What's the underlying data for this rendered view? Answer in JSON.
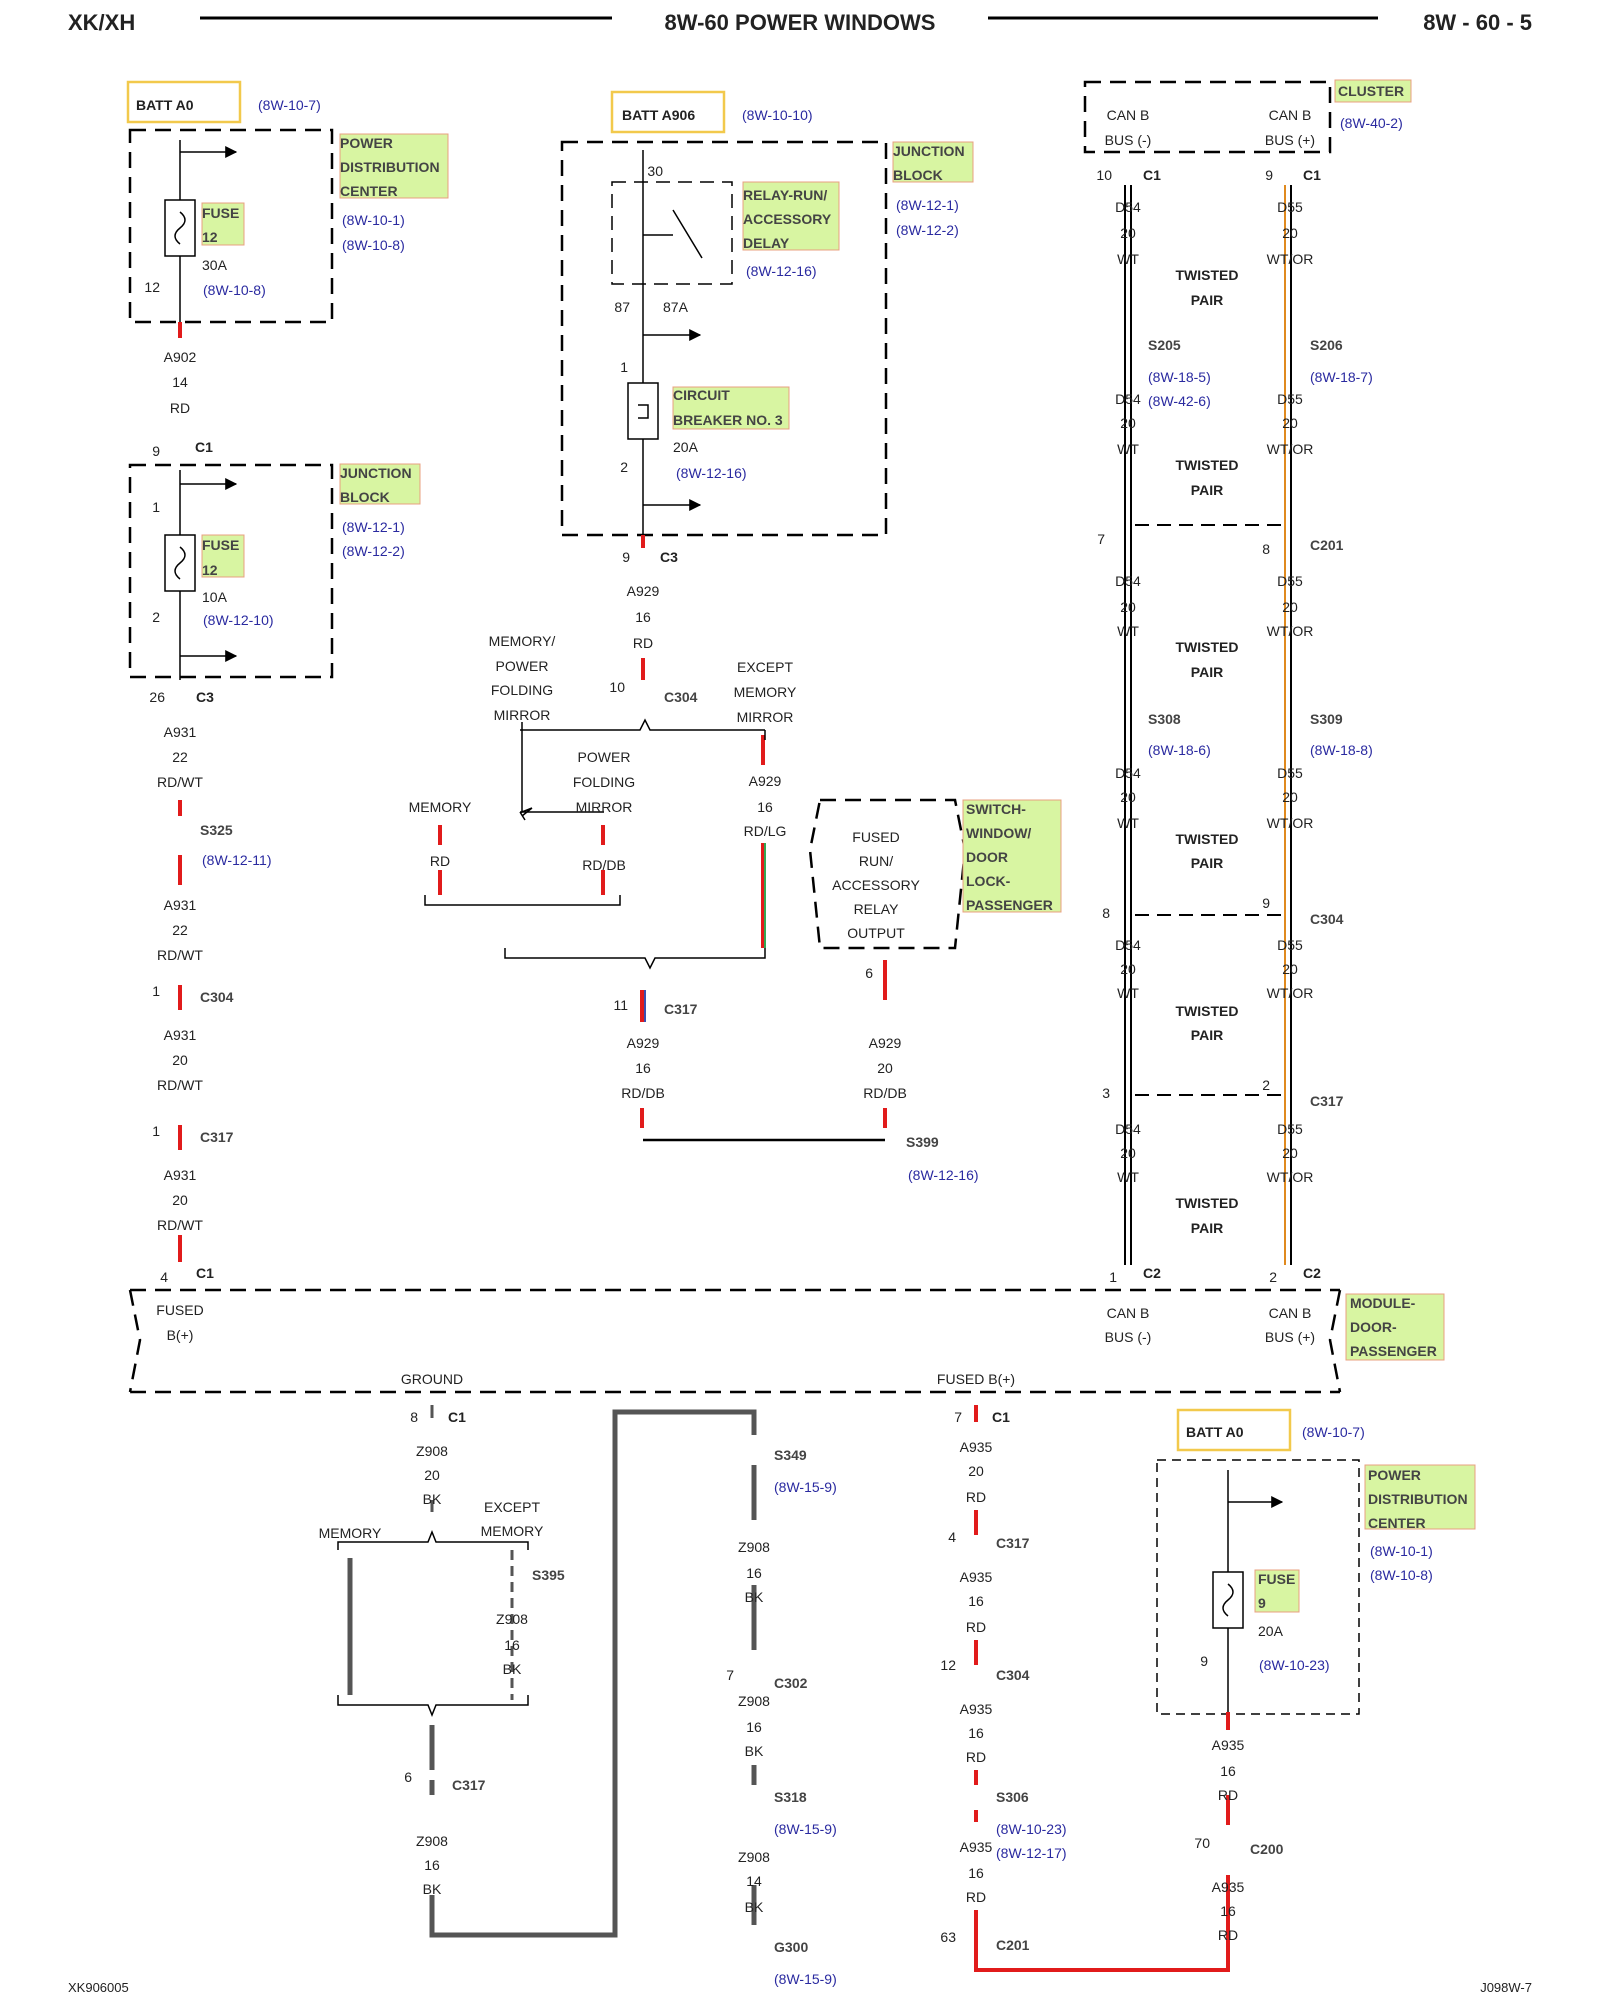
{
  "header": {
    "left": "XK/XH",
    "title": "8W-60 POWER WINDOWS",
    "right": "8W - 60 - 5"
  },
  "footer": {
    "left": "XK906005",
    "right": "J098W-7"
  },
  "colors": {
    "wire_red": "#e11b1b",
    "wire_black": "#555555",
    "highlight_green": "#d8f5a2",
    "highlight_blue": "#a8a4f2",
    "batt_border": "#f2c94c"
  },
  "text": {
    "t0": "BATT A0",
    "t1": "(8W-10-7)",
    "t2": "POWER",
    "t3": "DISTRIBUTION",
    "t4": "CENTER",
    "t5": "(8W-10-1)",
    "t6": "(8W-10-8)",
    "t7": "FUSE",
    "t8": "12",
    "t9": "30A",
    "t10": "12",
    "t11": "(8W-10-8)",
    "t12": "A902",
    "t13": "14",
    "t14": "RD",
    "t15": "9",
    "t16": "C1",
    "t17": "JUNCTION",
    "t18": "BLOCK",
    "t19": "(8W-12-1)",
    "t20": "(8W-12-2)",
    "t21": "1",
    "t22": "FUSE",
    "t23": "12",
    "t24": "10A",
    "t25": "2",
    "t26": "(8W-12-10)",
    "t27": "26",
    "t28": "C3",
    "t29": "A931",
    "t30": "22",
    "t31": "RD/WT",
    "t32": "S325",
    "t33": "(8W-12-11)",
    "t34": "A931",
    "t35": "22",
    "t36": "RD/WT",
    "t37": "1",
    "t38": "C304",
    "t39": "A931",
    "t40": "20",
    "t41": "RD/WT",
    "t42": "1",
    "t43": "C317",
    "t44": "A931",
    "t45": "20",
    "t46": "RD/WT",
    "t47": "4",
    "t48": "C1",
    "t49": "FUSED",
    "t50": "B(+)",
    "t51": "BATT A906",
    "t52": "(8W-10-10)",
    "t53": "JUNCTION",
    "t54": "BLOCK",
    "t55": "(8W-12-1)",
    "t56": "(8W-12-2)",
    "t57": "30",
    "t58": "RELAY-RUN/",
    "t59": "ACCESSORY",
    "t60": "DELAY",
    "t61": "(8W-12-16)",
    "t62": "87",
    "t63": "87A",
    "t64": "1",
    "t65": "CIRCUIT",
    "t66": "BREAKER NO. 3",
    "t67": "20A",
    "t68": "2",
    "t69": "(8W-12-16)",
    "t70": "9",
    "t71": "C3",
    "t72": "A929",
    "t73": "16",
    "t74": "RD",
    "t75": "MEMORY/",
    "t76": "POWER",
    "t77": "FOLDING",
    "t78": "MIRROR",
    "t79": "10",
    "t80": "C304",
    "t81": "EXCEPT",
    "t82": "MEMORY",
    "t83": "MIRROR",
    "t84": "POWER",
    "t85": "FOLDING",
    "t86": "MIRROR",
    "t87": "MEMORY",
    "t88": "RD",
    "t89": "RD/DB",
    "t90": "A929",
    "t91": "16",
    "t92": "RD/LG",
    "t93": "FUSED",
    "t94": "RUN/",
    "t95": "ACCESSORY",
    "t96": "RELAY",
    "t97": "OUTPUT",
    "t98": "SWITCH-",
    "t99": "WINDOW/",
    "t100": "DOOR",
    "t101": "LOCK-",
    "t102": "PASSENGER",
    "t103": "11",
    "t104": "C317",
    "t105": "A929",
    "t106": "16",
    "t107": "RD/DB",
    "t108": "6",
    "t109": "A929",
    "t110": "20",
    "t111": "RD/DB",
    "t112": "S399",
    "t113": "(8W-12-16)",
    "t114": "CAN B",
    "t115": "BUS (-)",
    "t116": "CAN B",
    "t117": "BUS (+)",
    "t118": "CLUSTER",
    "t119": "(8W-40-2)",
    "t120": "10",
    "t121": "C1",
    "t122": "9",
    "t123": "C1",
    "t124": "D54",
    "t125": "20",
    "t126": "WT",
    "t127": "D55",
    "t128": "20",
    "t129": "WT/OR",
    "t130": "TWISTED",
    "t131": "PAIR",
    "t132": "S205",
    "t133": "S206",
    "t134": "(8W-18-5)",
    "t135": "(8W-42-6)",
    "t136": "(8W-18-7)",
    "t137": "D54",
    "t138": "20",
    "t139": "WT",
    "t140": "D55",
    "t141": "20",
    "t142": "WT/OR",
    "t143": "TWISTED",
    "t144": "PAIR",
    "t145": "7",
    "t146": "8",
    "t147": "C201",
    "t148": "D54",
    "t149": "20",
    "t150": "WT",
    "t151": "D55",
    "t152": "20",
    "t153": "WT/OR",
    "t154": "TWISTED",
    "t155": "PAIR",
    "t156": "S308",
    "t157": "S309",
    "t158": "(8W-18-6)",
    "t159": "(8W-18-8)",
    "t160": "D54",
    "t161": "20",
    "t162": "WT",
    "t163": "D55",
    "t164": "20",
    "t165": "WT/OR",
    "t166": "TWISTED",
    "t167": "PAIR",
    "t168": "8",
    "t169": "9",
    "t170": "C304",
    "t171": "D54",
    "t172": "20",
    "t173": "WT",
    "t174": "D55",
    "t175": "20",
    "t176": "WT/OR",
    "t177": "TWISTED",
    "t178": "PAIR",
    "t179": "3",
    "t180": "2",
    "t181": "C317",
    "t182": "D54",
    "t183": "20",
    "t184": "WT",
    "t185": "D55",
    "t186": "20",
    "t187": "WT/OR",
    "t188": "TWISTED",
    "t189": "PAIR",
    "t190": "1",
    "t191": "C2",
    "t192": "2",
    "t193": "C2",
    "t194": "CAN B",
    "t195": "BUS (-)",
    "t196": "CAN B",
    "t197": "BUS (+)",
    "t198": "MODULE-",
    "t199": "DOOR-",
    "t200": "PASSENGER",
    "t201": "GROUND",
    "t202": "8",
    "t203": "C1",
    "t204": "Z908",
    "t205": "20",
    "t206": "BK",
    "t207": "MEMORY",
    "t208": "EXCEPT",
    "t209": "MEMORY",
    "t210": "S395",
    "t211": "Z908",
    "t212": "16",
    "t213": "BK",
    "t214": "6",
    "t215": "C317",
    "t216": "Z908",
    "t217": "16",
    "t218": "BK",
    "t219": "S349",
    "t220": "(8W-15-9)",
    "t221": "Z908",
    "t222": "16",
    "t223": "BK",
    "t224": "7",
    "t225": "C302",
    "t226": "Z908",
    "t227": "16",
    "t228": "BK",
    "t229": "S318",
    "t230": "(8W-15-9)",
    "t231": "Z908",
    "t232": "14",
    "t233": "BK",
    "t234": "G300",
    "t235": "(8W-15-9)",
    "t236": "FUSED B(+)",
    "t237": "7",
    "t238": "C1",
    "t239": "A935",
    "t240": "20",
    "t241": "RD",
    "t242": "4",
    "t243": "C317",
    "t244": "A935",
    "t245": "16",
    "t246": "RD",
    "t247": "12",
    "t248": "C304",
    "t249": "A935",
    "t250": "16",
    "t251": "RD",
    "t252": "S306",
    "t253": "(8W-10-23)",
    "t254": "(8W-12-17)",
    "t255": "A935",
    "t256": "16",
    "t257": "RD",
    "t258": "63",
    "t259": "C201",
    "t260": "BATT A0",
    "t261": "(8W-10-7)",
    "t262": "POWER",
    "t263": "DISTRIBUTION",
    "t264": "CENTER",
    "t265": "(8W-10-1)",
    "t266": "(8W-10-8)",
    "t267": "FUSE",
    "t268": "9",
    "t269": "20A",
    "t270": "9",
    "t271": "(8W-10-23)",
    "t272": "A935",
    "t273": "16",
    "t274": "RD",
    "t275": "70",
    "t276": "C200",
    "t277": "A935",
    "t278": "16",
    "t279": "RD"
  }
}
